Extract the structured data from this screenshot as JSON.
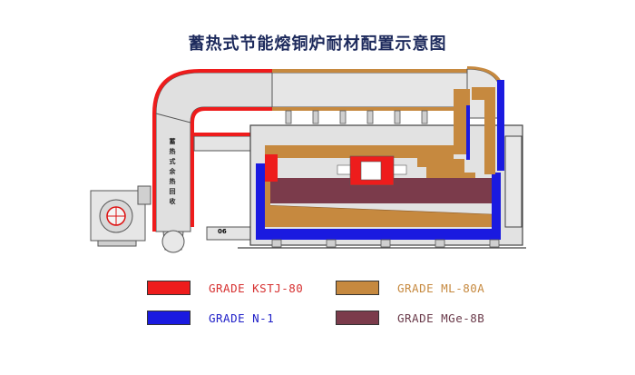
{
  "title": "蓄热式节能熔铜炉耐材配置示意图",
  "duct_label": "蓄热式余热回收",
  "box_label": "06",
  "colors": {
    "kstj": "#ee1c1c",
    "n1": "#1a1ae0",
    "ml": "#c6893f",
    "mge": "#7b3b4b",
    "steel_fill": "#e2e2e2",
    "outline": "#4a4a4a"
  },
  "legend": [
    {
      "key": "kstj",
      "label": "GRADE KSTJ-80",
      "color": "#ee1c1c",
      "text_color": "#d63030"
    },
    {
      "key": "ml",
      "label": "GRADE ML-80A",
      "color": "#c6893f",
      "text_color": "#c6893f"
    },
    {
      "key": "n1",
      "label": "GRADE N-1",
      "color": "#1a1ae0",
      "text_color": "#2020c8"
    },
    {
      "key": "mge",
      "label": "GRADE MGe-8B",
      "color": "#7b3b4b",
      "text_color": "#6a3a4a"
    }
  ]
}
